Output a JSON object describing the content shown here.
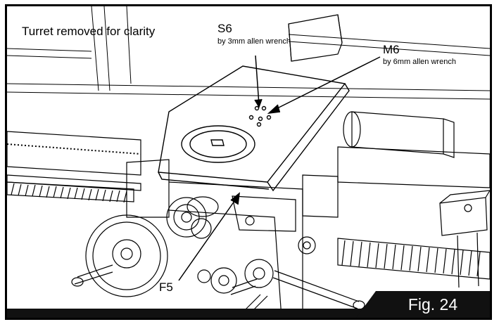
{
  "figure": {
    "caption": "Turret removed for clarity",
    "badge": "Fig. 24"
  },
  "callouts": [
    {
      "id": "S6",
      "title": "S6",
      "note": "by 3mm allen wrench"
    },
    {
      "id": "M6",
      "title": "M6",
      "note": "by 6mm allen wrench"
    },
    {
      "id": "F5",
      "title": "F5",
      "note": ""
    }
  ],
  "colors": {
    "ink": "#000000",
    "paper": "#ffffff",
    "badge": "#111111"
  }
}
